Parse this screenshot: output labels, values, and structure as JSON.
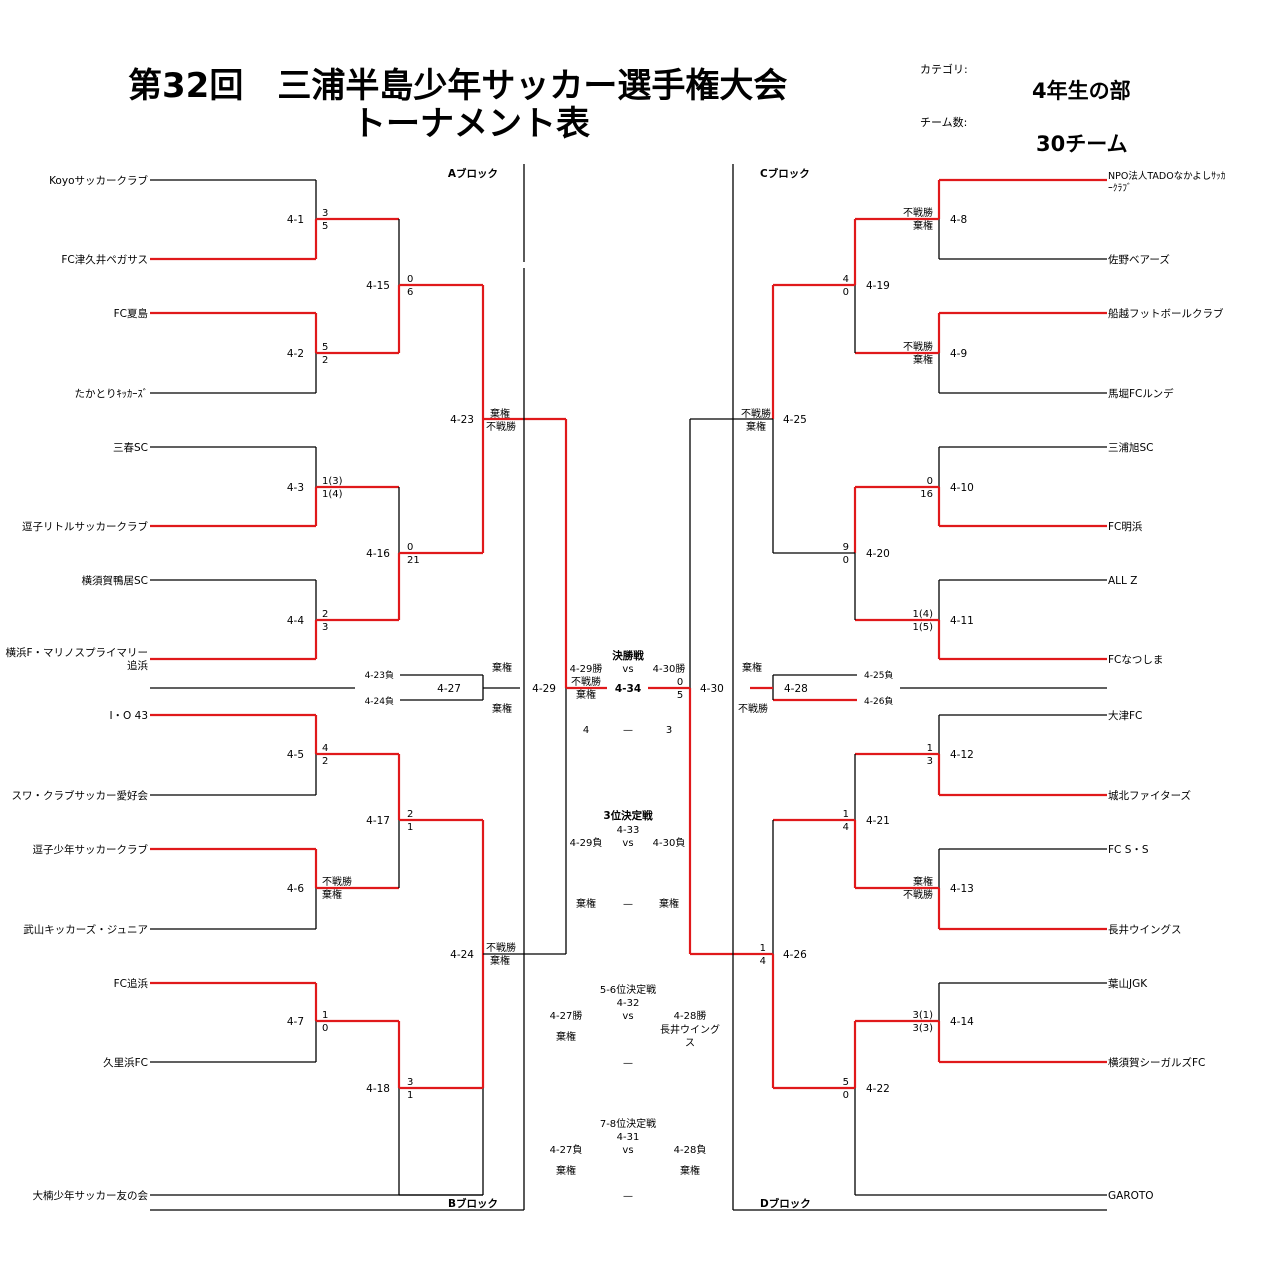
{
  "title": {
    "line1": "第32回　三浦半島少年サッカー選手権大会",
    "line2": "トーナメント表"
  },
  "meta": {
    "category_label": "カテゴリ:",
    "category_value": "4年生の部",
    "teams_label": "チーム数:",
    "teams_value": "30チーム"
  },
  "blocks": {
    "a": "Aブロック",
    "b": "Bブロック",
    "c": "Cブロック",
    "d": "Dブロック"
  },
  "teams": {
    "left": [
      "Koyoサッカークラブ",
      "FC津久井ペガサス",
      "FC夏島",
      "たかとりｷｯｶｰｽﾞ",
      "三春SC",
      "逗子リトルサッカークラブ",
      "横須賀鴨居SC",
      "横浜F・マリノスプライマリー追浜",
      "I・O 43",
      "スワ・クラブサッカー愛好会",
      "逗子少年サッカークラブ",
      "武山キッカーズ・ジュニア",
      "FC追浜",
      "久里浜FC",
      "大楠少年サッカー友の会"
    ],
    "right": [
      "NPO法人TADOなかよしサッカークラブ",
      "佐野ベアーズ",
      "船越フットボールクラブ",
      "馬堀FCルンデ",
      "三浦旭SC",
      "FC明浜",
      "ALL Z",
      "FCなつしま",
      "大津FC",
      "城北ファイターズ",
      "FC S・S",
      "長井ウイングス",
      "葉山JGK",
      "横須賀シーガルズFC",
      "GAROTO"
    ]
  },
  "matches": {
    "m1": {
      "id": "4-1",
      "s": [
        "3",
        "5"
      ]
    },
    "m2": {
      "id": "4-2",
      "s": [
        "5",
        "2"
      ]
    },
    "m3": {
      "id": "4-3",
      "s": [
        "1(3)",
        "1(4)"
      ]
    },
    "m4": {
      "id": "4-4",
      "s": [
        "2",
        "3"
      ]
    },
    "m5": {
      "id": "4-5",
      "s": [
        "4",
        "2"
      ]
    },
    "m6": {
      "id": "4-6",
      "s": [
        "不戦勝",
        "棄権"
      ]
    },
    "m7": {
      "id": "4-7",
      "s": [
        "1",
        "0"
      ]
    },
    "m8": {
      "id": "4-8",
      "s": [
        "不戦勝",
        "棄権"
      ]
    },
    "m9": {
      "id": "4-9",
      "s": [
        "不戦勝",
        "棄権"
      ]
    },
    "m10": {
      "id": "4-10",
      "s": [
        "0",
        "16"
      ]
    },
    "m11": {
      "id": "4-11",
      "s": [
        "1(4)",
        "1(5)"
      ]
    },
    "m12": {
      "id": "4-12",
      "s": [
        "1",
        "3"
      ]
    },
    "m13": {
      "id": "4-13",
      "s": [
        "棄権",
        "不戦勝"
      ]
    },
    "m14": {
      "id": "4-14",
      "s": [
        "3(1)",
        "3(3)"
      ]
    },
    "m15": {
      "id": "4-15",
      "s": [
        "0",
        "6"
      ]
    },
    "m16": {
      "id": "4-16",
      "s": [
        "0",
        "21"
      ]
    },
    "m17": {
      "id": "4-17",
      "s": [
        "2",
        "1"
      ]
    },
    "m18": {
      "id": "4-18",
      "s": [
        "3",
        "1"
      ]
    },
    "m19": {
      "id": "4-19",
      "s": [
        "4",
        "0"
      ]
    },
    "m20": {
      "id": "4-20",
      "s": [
        "9",
        "0"
      ]
    },
    "m21": {
      "id": "4-21",
      "s": [
        "1",
        "4"
      ]
    },
    "m22": {
      "id": "4-22",
      "s": [
        "5",
        "0"
      ]
    },
    "m23": {
      "id": "4-23",
      "s": [
        "棄権",
        "不戦勝"
      ]
    },
    "m24": {
      "id": "4-24",
      "s": [
        "不戦勝",
        "棄権"
      ]
    },
    "m25": {
      "id": "4-25",
      "s": [
        "不戦勝",
        "棄権"
      ]
    },
    "m26": {
      "id": "4-26",
      "s": [
        "1",
        "4"
      ]
    },
    "m29": {
      "id": "4-29"
    },
    "m30": {
      "id": "4-30"
    }
  },
  "m27": {
    "id": "4-27",
    "in_top": "4-23負",
    "in_bot": "4-24負",
    "res_top": "棄権",
    "res_bot": "棄権"
  },
  "m28": {
    "id": "4-28",
    "in_top": "4-25負",
    "in_bot": "4-26負",
    "res_top": "棄権",
    "res_bot": "不戦勝"
  },
  "final": {
    "label": "決勝戦",
    "left": "4-29勝",
    "vs": "vs",
    "right": "4-30勝",
    "id": "4-34",
    "left_res1": "不戦勝",
    "left_res2": "棄権",
    "right_s1": "0",
    "right_s2": "5",
    "pk_left": "4",
    "dash": "—",
    "pk_right": "3"
  },
  "third": {
    "label": "3位決定戦",
    "id": "4-33",
    "left": "4-29負",
    "vs": "vs",
    "right": "4-30負",
    "res_left": "棄権",
    "dash": "—",
    "res_right": "棄権"
  },
  "fifth": {
    "label": "5-6位決定戦",
    "id": "4-32",
    "left": "4-27勝",
    "vs": "vs",
    "right": "4-28勝",
    "right_team": "長井ウイング",
    "right_team2": "ス",
    "res_left": "棄権",
    "dash": "—"
  },
  "seventh": {
    "label": "7-8位決定戦",
    "id": "4-31",
    "left": "4-27負",
    "vs": "vs",
    "right": "4-28負",
    "res_left": "棄権",
    "res_right": "棄権",
    "dash": "—"
  },
  "colors": {
    "line": "#000000",
    "winner": "#e0191b"
  }
}
